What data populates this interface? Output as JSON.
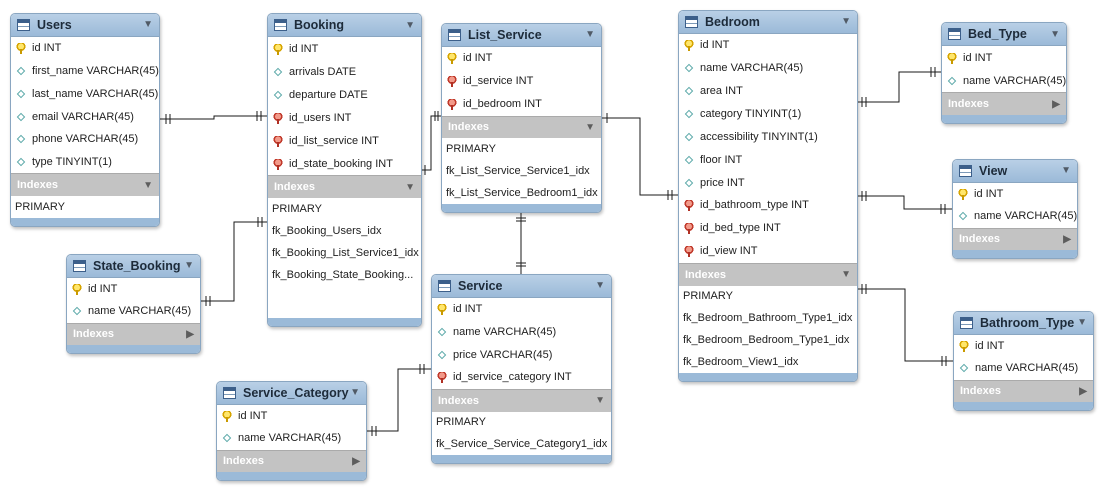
{
  "tables": {
    "users": {
      "name": "Users",
      "columns": [
        {
          "icon": "key",
          "text": "id INT"
        },
        {
          "icon": "col",
          "text": "first_name VARCHAR(45)"
        },
        {
          "icon": "col",
          "text": "last_name VARCHAR(45)"
        },
        {
          "icon": "col",
          "text": "email VARCHAR(45)"
        },
        {
          "icon": "col",
          "text": "phone VARCHAR(45)"
        },
        {
          "icon": "col",
          "text": "type TINYINT(1)"
        }
      ],
      "indexes_label": "Indexes",
      "indexes": [
        "PRIMARY"
      ]
    },
    "booking": {
      "name": "Booking",
      "columns": [
        {
          "icon": "key",
          "text": "id INT"
        },
        {
          "icon": "col",
          "text": "arrivals DATE"
        },
        {
          "icon": "col",
          "text": "departure DATE"
        },
        {
          "icon": "fk",
          "text": "id_users INT"
        },
        {
          "icon": "fk",
          "text": "id_list_service INT"
        },
        {
          "icon": "fk",
          "text": "id_state_booking INT"
        }
      ],
      "indexes_label": "Indexes",
      "indexes": [
        "PRIMARY",
        "fk_Booking_Users_idx",
        "fk_Booking_List_Service1_idx",
        "fk_Booking_State_Booking..."
      ]
    },
    "list_service": {
      "name": "List_Service",
      "columns": [
        {
          "icon": "key",
          "text": "id INT"
        },
        {
          "icon": "fk",
          "text": "id_service INT"
        },
        {
          "icon": "fk",
          "text": "id_bedroom INT"
        }
      ],
      "indexes_label": "Indexes",
      "indexes": [
        "PRIMARY",
        "fk_List_Service_Service1_idx",
        "fk_List_Service_Bedroom1_idx"
      ]
    },
    "bedroom": {
      "name": "Bedroom",
      "columns": [
        {
          "icon": "key",
          "text": "id INT"
        },
        {
          "icon": "col",
          "text": "name VARCHAR(45)"
        },
        {
          "icon": "col",
          "text": "area INT"
        },
        {
          "icon": "col",
          "text": "category TINYINT(1)"
        },
        {
          "icon": "col",
          "text": "accessibility TINYINT(1)"
        },
        {
          "icon": "col",
          "text": "floor INT"
        },
        {
          "icon": "col",
          "text": "price INT"
        },
        {
          "icon": "fk",
          "text": "id_bathroom_type INT"
        },
        {
          "icon": "fk",
          "text": "id_bed_type INT"
        },
        {
          "icon": "fk",
          "text": "id_view INT"
        }
      ],
      "indexes_label": "Indexes",
      "indexes": [
        "PRIMARY",
        "fk_Bedroom_Bathroom_Type1_idx",
        "fk_Bedroom_Bedroom_Type1_idx",
        "fk_Bedroom_View1_idx"
      ]
    },
    "bed_type": {
      "name": "Bed_Type",
      "columns": [
        {
          "icon": "key",
          "text": "id INT"
        },
        {
          "icon": "col",
          "text": "name VARCHAR(45)"
        }
      ],
      "indexes_label": "Indexes",
      "indexes": []
    },
    "view": {
      "name": "View",
      "columns": [
        {
          "icon": "key",
          "text": "id INT"
        },
        {
          "icon": "col",
          "text": "name VARCHAR(45)"
        }
      ],
      "indexes_label": "Indexes",
      "indexes": []
    },
    "bathroom_type": {
      "name": "Bathroom_Type",
      "columns": [
        {
          "icon": "key",
          "text": "id INT"
        },
        {
          "icon": "col",
          "text": "name VARCHAR(45)"
        }
      ],
      "indexes_label": "Indexes",
      "indexes": []
    },
    "state_booking": {
      "name": "State_Booking",
      "columns": [
        {
          "icon": "key",
          "text": "id INT"
        },
        {
          "icon": "col",
          "text": "name VARCHAR(45)"
        }
      ],
      "indexes_label": "Indexes",
      "indexes": []
    },
    "service": {
      "name": "Service",
      "columns": [
        {
          "icon": "key",
          "text": "id INT"
        },
        {
          "icon": "col",
          "text": "name VARCHAR(45)"
        },
        {
          "icon": "col",
          "text": "price VARCHAR(45)"
        },
        {
          "icon": "fk",
          "text": "id_service_category INT"
        }
      ],
      "indexes_label": "Indexes",
      "indexes": [
        "PRIMARY",
        "fk_Service_Service_Category1_idx"
      ]
    },
    "service_category": {
      "name": "Service_Category",
      "columns": [
        {
          "icon": "key",
          "text": "id INT"
        },
        {
          "icon": "col",
          "text": "name VARCHAR(45)"
        }
      ],
      "indexes_label": "Indexes",
      "indexes": []
    }
  },
  "colors": {
    "header": "#9bbad8",
    "indexes_bar": "#c3c3c3",
    "link_line": "#1a1a1a"
  }
}
